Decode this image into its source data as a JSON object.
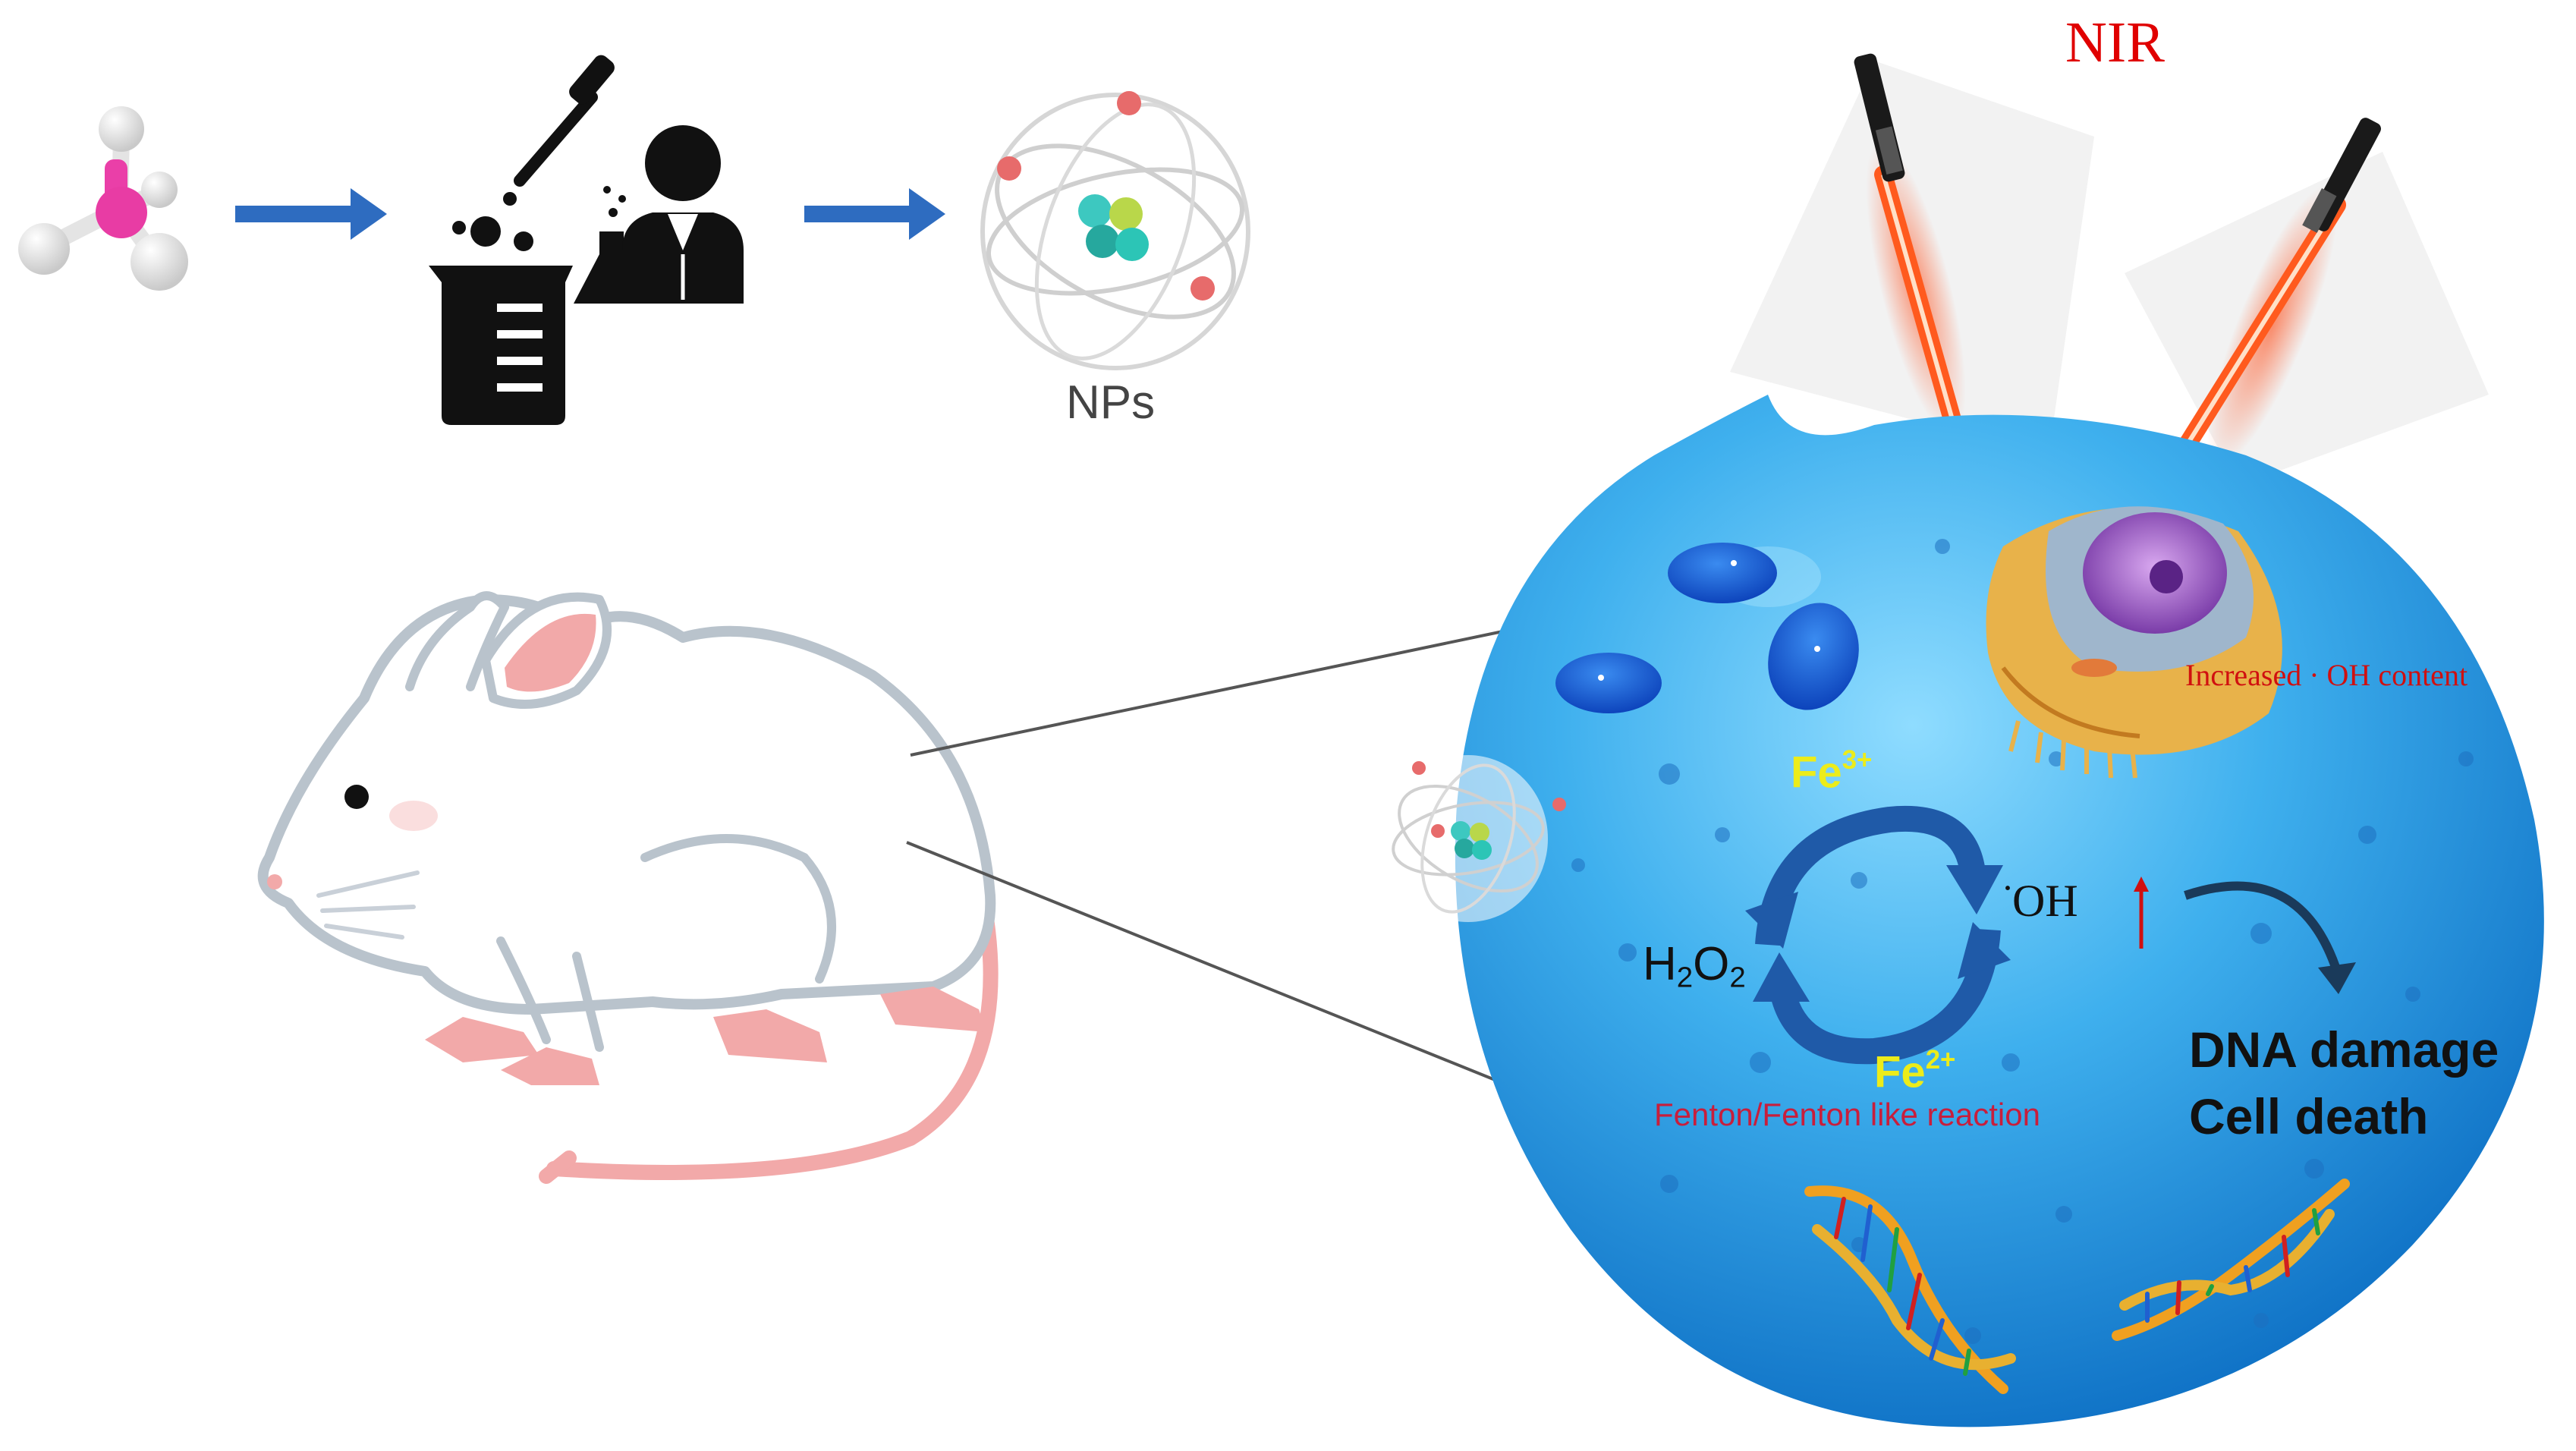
{
  "labels": {
    "nir": "NIR",
    "nps": "NPs",
    "increased_oh": "Increased · OH content",
    "fe3": "Fe",
    "fe3_charge": "3+",
    "fe2": "Fe",
    "fe2_charge": "2+",
    "h2o2_h": "H",
    "h2o2_2a": "2",
    "h2o2_o": "O",
    "h2o2_2b": "2",
    "oh_dot": "·",
    "oh": "OH",
    "fenton": "Fenton/Fenton like reaction",
    "dna_damage": "DNA damage",
    "cell_death": "Cell death"
  },
  "colors": {
    "nir": "#e00000",
    "increased_oh": "#d01010",
    "fe_ions": "#ecec1a",
    "fenton": "#c81e3c",
    "arrow": "#2e6cc0",
    "cell": "#2a9fe6",
    "laser": "#ff5a1e",
    "mouse_outline": "#b9c3cc",
    "mouse_pink": "#f2a9a9"
  },
  "icons": [
    "molecule-icon",
    "beaker-icon",
    "dropper-icon",
    "scientist-icon",
    "flask-icon",
    "atom-icon",
    "mouse-illustration",
    "tumor-cell",
    "laser-icon",
    "dna-helix-icon",
    "cycle-arrows-icon"
  ]
}
